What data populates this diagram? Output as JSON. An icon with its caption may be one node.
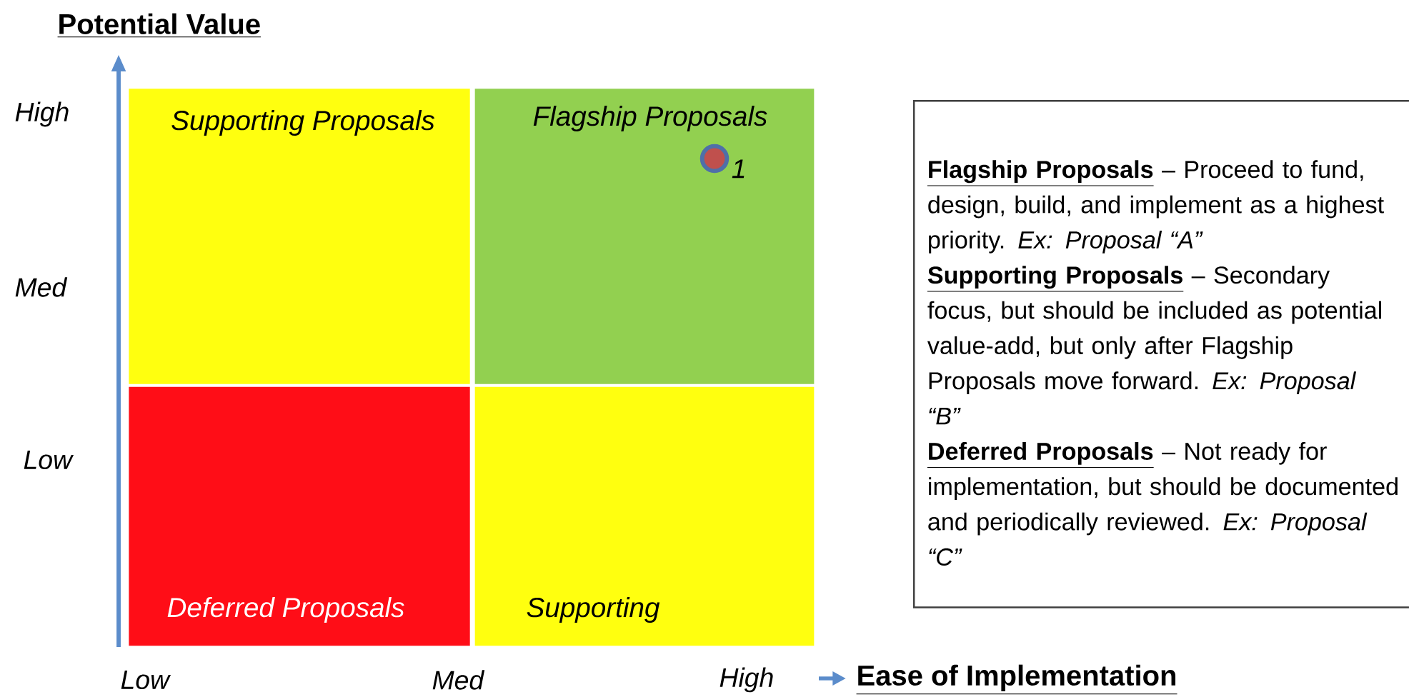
{
  "diagram": {
    "nodes": [
      {
        "text": [
          "Supporting Proposals"
        ]
      },
      {
        "text": [
          "Flagship Proposals"
        ]
      },
      {
        "text": [
          "Deferred Proposals"
        ]
      },
      {
        "text": [
          "Supporting"
        ]
      },
      {
        "text": [],
        "shape": "circle",
        "in": 1,
        "beside": [
          "1"
        ]
      },
      {
        "text": [
          "Flagship Proposals",
          "– Proceed to fund, design, build, and implement as a highest priority. *Ex: Proposal “A”*",
          "Supporting Proposals",
          "– Secondary focus, but should be included as potential value-add, but only after Flagship Proposals move forward. *Ex: Proposal “B”*",
          "Deferred Proposals",
          "– Not ready for implementation, but should be documented and periodically reviewed. *Ex: Proposal “C”*"
        ]
      }
    ],
    "edges": [],
    "labels": [
      "Potential Value",
      "High",
      "Med",
      "Low",
      "Low",
      "Med",
      "High",
      "Ease of Implementation"
    ]
  }
}
